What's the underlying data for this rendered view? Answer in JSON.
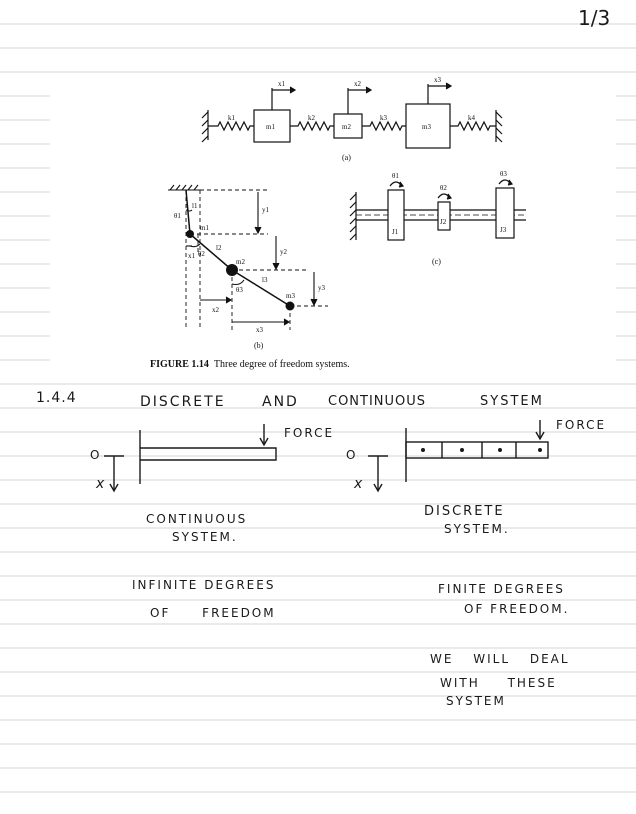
{
  "page_number": "1/3",
  "figure": {
    "caption_number": "FIGURE 1.14",
    "caption_text": "Three degree of freedom systems.",
    "panel_a": {
      "label": "(a)",
      "springs": [
        "k1",
        "k2",
        "k3",
        "k4"
      ],
      "masses": [
        "m1",
        "m2",
        "m3"
      ],
      "displacements": [
        "x1",
        "x2",
        "x3"
      ]
    },
    "panel_b": {
      "label": "(b)",
      "lengths": [
        "l1",
        "l2",
        "l3"
      ],
      "masses": [
        "m1",
        "m2",
        "m3"
      ],
      "angles": [
        "θ1",
        "θ2",
        "θ3"
      ],
      "vertical": [
        "y1",
        "y2",
        "y3"
      ],
      "horizontal": [
        "x1",
        "x2",
        "x3"
      ]
    },
    "panel_c": {
      "label": "(c)",
      "angles": [
        "θ1",
        "θ2",
        "θ3"
      ],
      "inertias": [
        "J1",
        "J2",
        "J3"
      ]
    }
  },
  "notes": {
    "section": "1.4.4",
    "heading_1": "DISCRETE",
    "heading_2": "AND",
    "heading_3": "CONTINUOUS",
    "heading_4": "SYSTEM",
    "force_left": "FORCE",
    "force_right": "FORCE",
    "axis_o_left": "O",
    "axis_x_left": "x",
    "axis_o_right": "O",
    "axis_x_right": "x",
    "left_label_1": "CONTINUOUS",
    "left_label_2": "SYSTEM.",
    "right_label_1": "DISCRETE",
    "right_label_2": "SYSTEM.",
    "left_dof_1": "INFINITE DEGREES",
    "left_dof_2": "OF FREEDOM",
    "right_dof_1": "FINITE DEGREES",
    "right_dof_2": "OF FREEDOM.",
    "deal_1": "WE WILL DEAL",
    "deal_2": "WITH THESE",
    "deal_3": "SYSTEM"
  }
}
